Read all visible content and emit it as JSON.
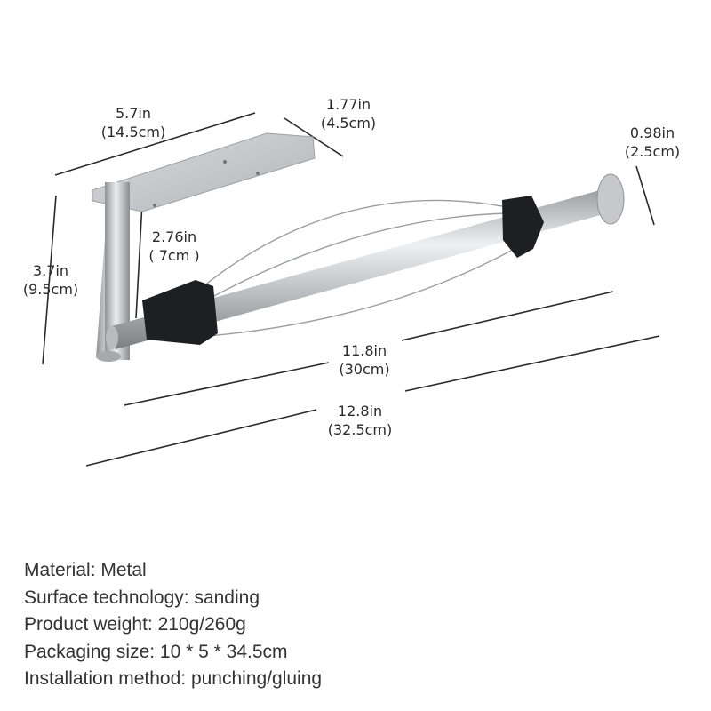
{
  "dimensions": {
    "length_plate": {
      "in": "5.7in",
      "cm": "(14.5cm)"
    },
    "width_plate": {
      "in": "1.77in",
      "cm": "(4.5cm)"
    },
    "knob_diameter": {
      "in": "0.98in",
      "cm": "(2.5cm)"
    },
    "height": {
      "in": "3.7in",
      "cm": "(9.5cm)"
    },
    "rod_drop": {
      "in": "2.76in",
      "cm": "( 7cm )"
    },
    "rod_length": {
      "in": "11.8in",
      "cm": "(30cm)"
    },
    "total_length": {
      "in": "12.8in",
      "cm": "(32.5cm)"
    }
  },
  "specs": [
    "Material: Metal",
    "Surface technology: sanding",
    "Product weight: 210g/260g",
    "Packaging size: 10 * 5 * 34.5cm",
    "Installation method: punching/gluing"
  ],
  "colors": {
    "metal": "#c4c6c8",
    "caps": "#1e1f22",
    "lines": "#2a2a2a"
  }
}
